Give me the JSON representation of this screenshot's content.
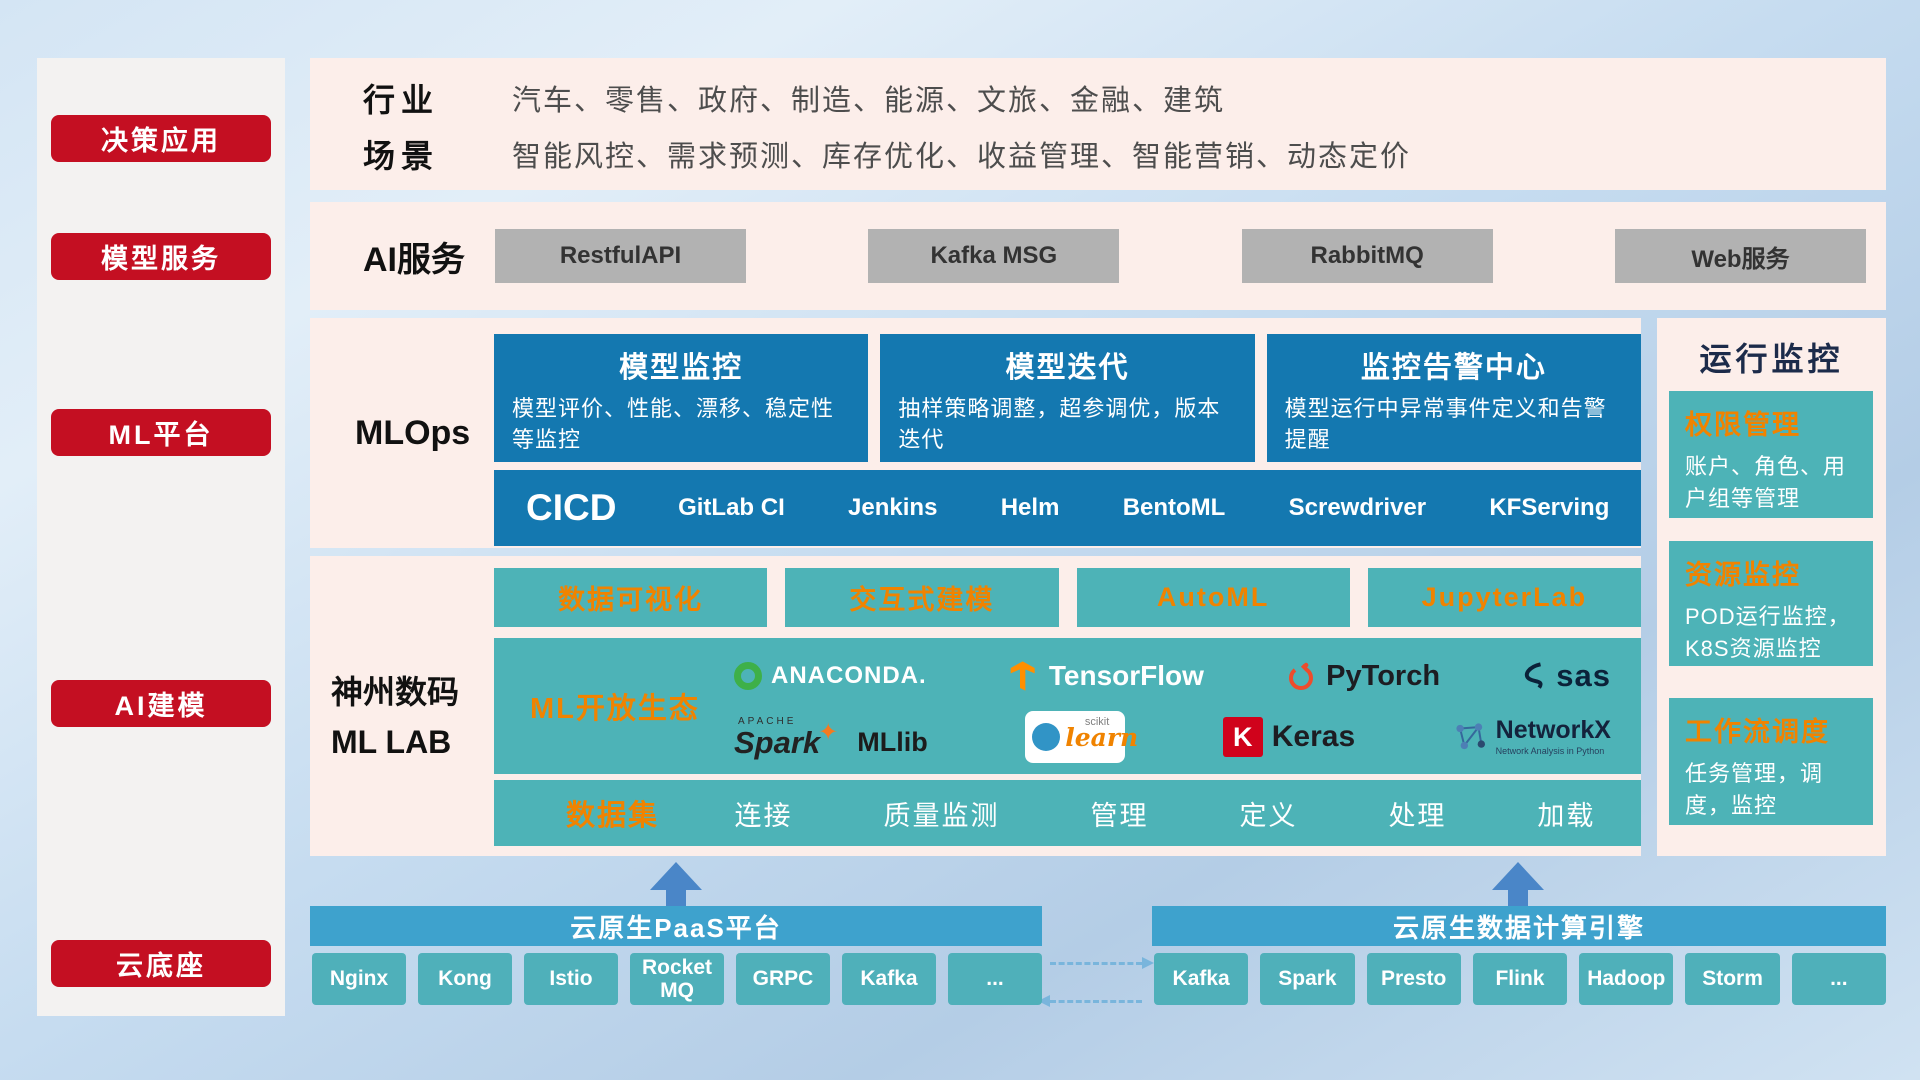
{
  "colors": {
    "accent_red": "#c40f22",
    "deep_blue": "#1478b0",
    "teal": "#4db3b7",
    "orange": "#f08300",
    "bar_blue": "#3ea2cd",
    "band_pink": "#fceeea",
    "gray_button": "#b2b2b2"
  },
  "sidebar": {
    "items": [
      {
        "label": "决策应用"
      },
      {
        "label": "模型服务"
      },
      {
        "label": "ML平台"
      },
      {
        "label": "AI建模"
      },
      {
        "label": "云底座"
      }
    ]
  },
  "industry": {
    "row1_label": "行业",
    "row1_text": "汽车、零售、政府、制造、能源、文旅、金融、建筑",
    "row2_label": "场景",
    "row2_text": "智能风控、需求预测、库存优化、收益管理、智能营销、动态定价"
  },
  "ai_service": {
    "label": "AI服务",
    "buttons": [
      "RestfulAPI",
      "Kafka MSG",
      "RabbitMQ",
      "Web服务"
    ]
  },
  "mlops": {
    "label": "MLOps",
    "cards": [
      {
        "title": "模型监控",
        "desc": "模型评价、性能、漂移、稳定性等监控"
      },
      {
        "title": "模型迭代",
        "desc": "抽样策略调整，超参调优，版本迭代"
      },
      {
        "title": "监控告警中心",
        "desc": "模型运行中异常事件定义和告警提醒"
      }
    ],
    "cicd_label": "CICD",
    "cicd_items": [
      "GitLab CI",
      "Jenkins",
      "Helm",
      "BentoML",
      "Screwdriver",
      "KFServing"
    ]
  },
  "mllab": {
    "label_line1": "神州数码",
    "label_line2": "ML LAB",
    "top_buttons": [
      "数据可视化",
      "交互式建模",
      "AutoML",
      "JupyterLab"
    ],
    "eco_label": "ML开放生态",
    "logos": {
      "anaconda": "ANACONDA.",
      "tensorflow": "TensorFlow",
      "pytorch": "PyTorch",
      "sas": "sas",
      "apache": "APACHE",
      "spark": "Spark",
      "mllib": "MLlib",
      "scikit_small": "scikit",
      "scikit": "learn",
      "keras_k": "K",
      "keras": "Keras",
      "networkx": "NetworkX",
      "networkx_sub": "Network Analysis in Python"
    },
    "dataset_label": "数据集",
    "dataset_items": [
      "连接",
      "质量监测",
      "管理",
      "定义",
      "处理",
      "加载"
    ]
  },
  "monitor": {
    "title": "运行监控",
    "cards": [
      {
        "title": "权限管理",
        "desc": "账户、角色、用户组等管理"
      },
      {
        "title": "资源监控",
        "desc": "POD运行监控，K8S资源监控"
      },
      {
        "title": "工作流调度",
        "desc": "任务管理，调度，监控"
      }
    ]
  },
  "paas": {
    "title": "云原生PaaS平台",
    "items": [
      "Nginx",
      "Kong",
      "Istio",
      "RocketMQ",
      "GRPC",
      "Kafka",
      "...",
      ""
    ]
  },
  "engine": {
    "title": "云原生数据计算引擎",
    "items": [
      "Kafka",
      "Spark",
      "Presto",
      "Flink",
      "Hadoop",
      "Storm",
      "..."
    ]
  }
}
